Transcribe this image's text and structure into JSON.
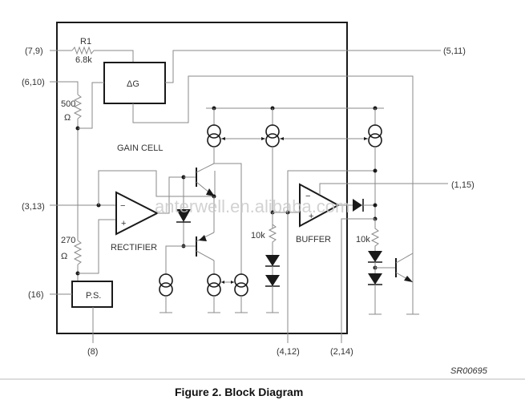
{
  "figure": {
    "caption": "Figure 2. Block Diagram",
    "ref_code": "SR00695",
    "watermark": "anterwell.en.alibaba.com"
  },
  "pins": {
    "p7_9": "(7,9)",
    "p6_10": "(6,10)",
    "p3_13": "(3,13)",
    "p16": "(16)",
    "p8": "(8)",
    "p5_11": "(5,11)",
    "p1_15": "(1,15)",
    "p4_12": "(4,12)",
    "p2_14": "(2,14)"
  },
  "components": {
    "r1_name": "R1",
    "r1_value": "6.8k",
    "r500_value": "500",
    "r500_unit": "Ω",
    "r270_value": "270",
    "r270_unit": "Ω",
    "delta_g": "ΔG",
    "gain_cell": "GAIN CELL",
    "rectifier": "RECTIFIER",
    "buffer": "BUFFER",
    "ps": "P.S.",
    "r10k_left": "10k",
    "r10k_right": "10k",
    "opamp_minus": "−",
    "opamp_plus": "+",
    "buffer_minus": "−",
    "buffer_plus": "+"
  }
}
